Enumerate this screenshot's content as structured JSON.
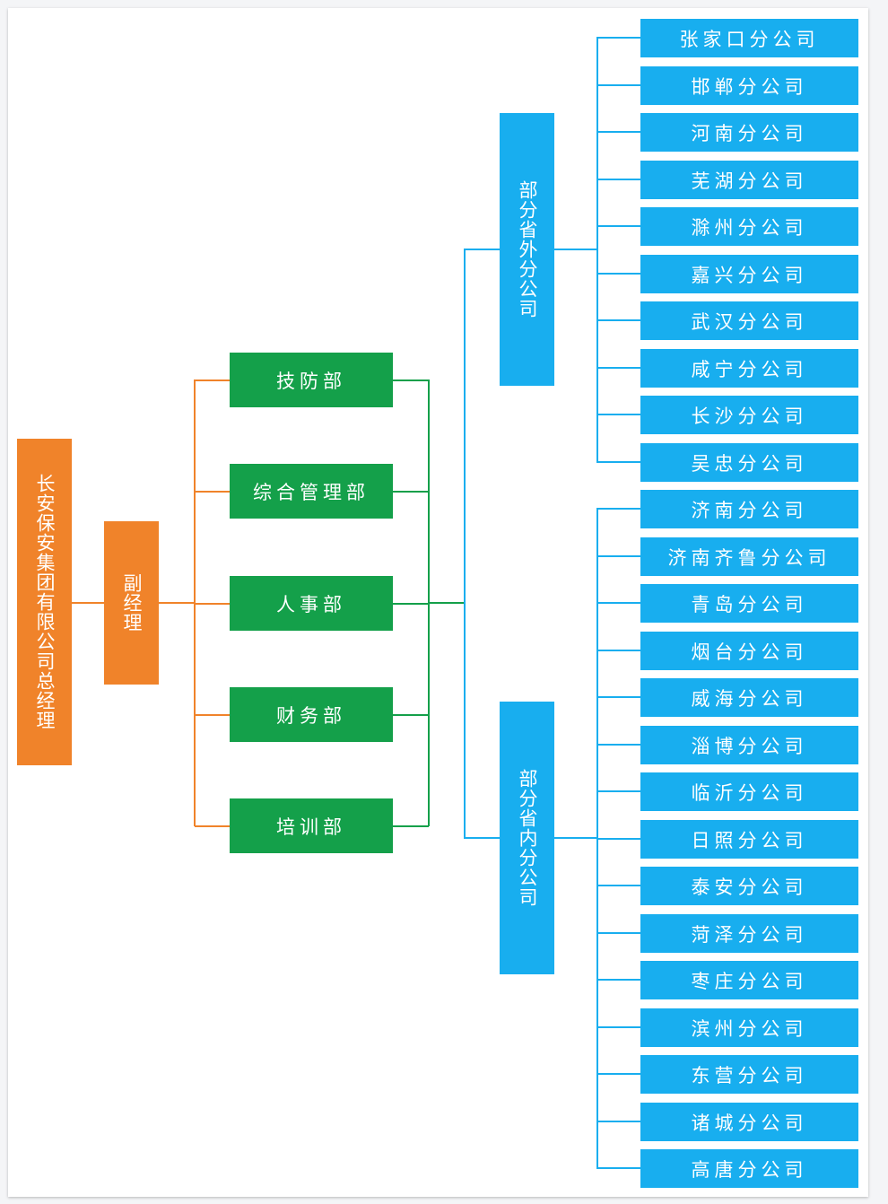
{
  "title": "长安保安集团有限公司组织架构",
  "colors": {
    "leadership": "#f0832a",
    "departments": "#14a04a",
    "branches": "#18aeef",
    "background": "#f4f5f7"
  },
  "general_manager": "长安保安集团有限公司总经理",
  "deputy_manager": "副经理",
  "departments": [
    "技防部",
    "综合管理部",
    "人事部",
    "财务部",
    "培训部"
  ],
  "regions": [
    {
      "label": "部分省外分公司",
      "branches": [
        "张家口分公司",
        "邯郸分公司",
        "河南分公司",
        "芜湖分公司",
        "滁州分公司",
        "嘉兴分公司",
        "武汉分公司",
        "咸宁分公司",
        "长沙分公司",
        "吴忠分公司"
      ]
    },
    {
      "label": "部分省内分公司",
      "branches": [
        "济南分公司",
        "济南齐鲁分公司",
        "青岛分公司",
        "烟台分公司",
        "威海分公司",
        "淄博分公司",
        "临沂分公司",
        "日照分公司",
        "泰安分公司",
        "菏泽分公司",
        "枣庄分公司",
        "滨州分公司",
        "东营分公司",
        "诸城分公司",
        "高唐分公司"
      ]
    }
  ]
}
